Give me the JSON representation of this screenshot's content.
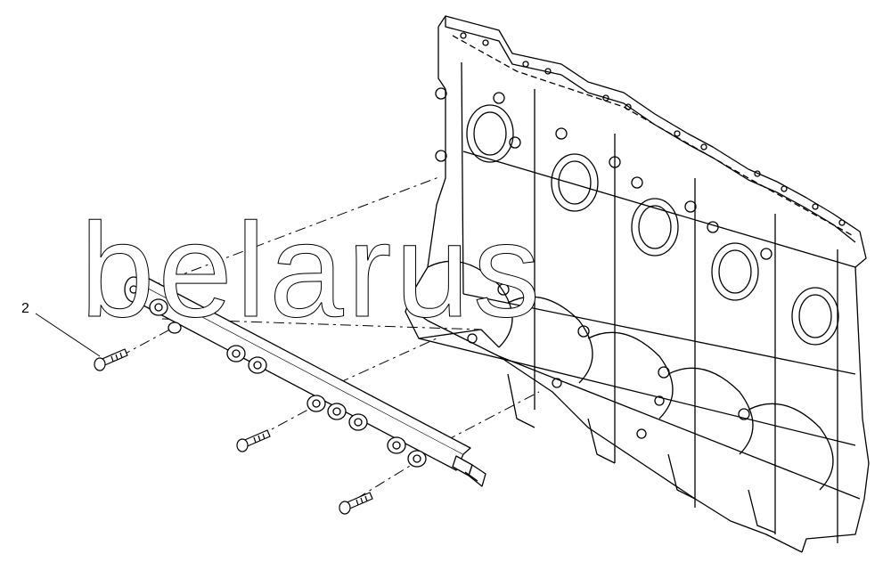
{
  "callouts": [
    {
      "label": "2"
    }
  ],
  "watermark": {
    "text": "belarus"
  },
  "parts": [
    "engine-block",
    "fuel-rail",
    "bolt",
    "bolt",
    "bolt"
  ],
  "colors": {
    "line": "#000000",
    "background": "#ffffff"
  }
}
